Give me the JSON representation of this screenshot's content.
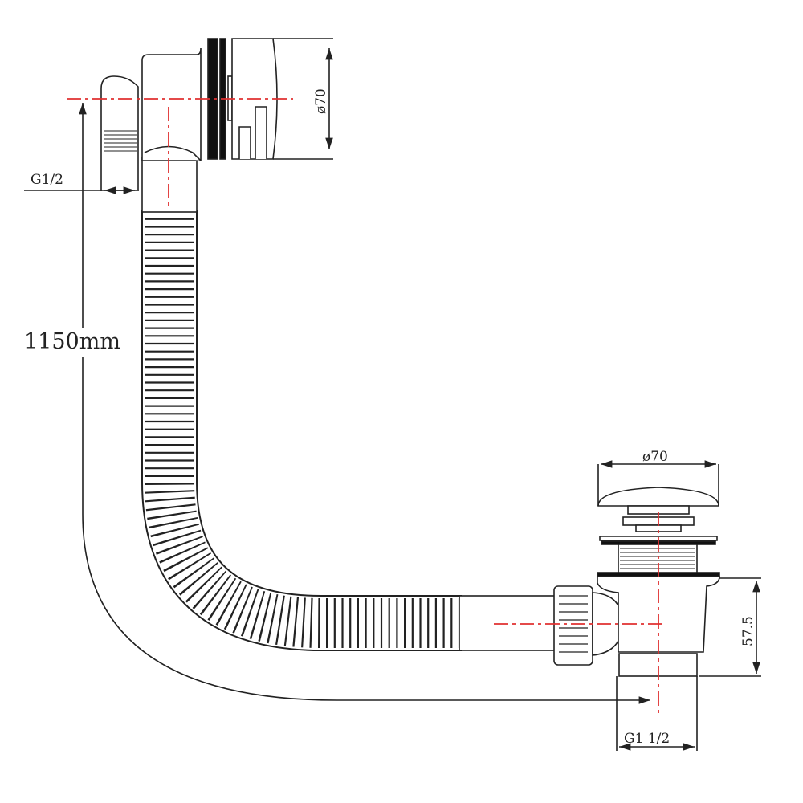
{
  "title": "Bath overflow and click-clack waste dimensions",
  "labels": {
    "overflow_diameter": "ø70",
    "overflow_thread": "G1/2",
    "hose_length": "1150mm",
    "waste_diameter": "ø70",
    "waste_height": "57.5",
    "waste_thread": "G1 1/2"
  },
  "colors": {
    "line": "#222222",
    "centerline": "#e03030"
  }
}
